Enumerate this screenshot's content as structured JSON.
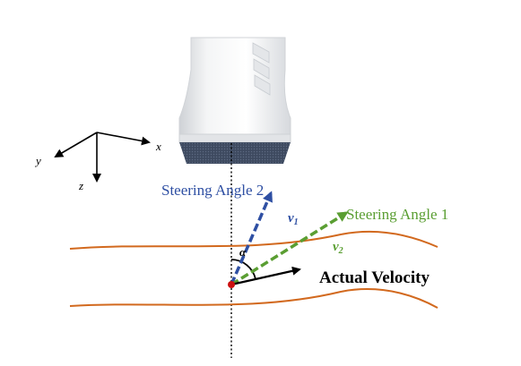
{
  "axes": {
    "x_label": "x",
    "y_label": "y",
    "z_label": "z"
  },
  "labels": {
    "steering_angle_1": "Steering Angle 1",
    "steering_angle_2": "Steering Angle 2",
    "v1_symbol": "v",
    "v1_subscript": "1",
    "v2_symbol": "v",
    "v2_subscript": "2",
    "alpha": "α",
    "actual_velocity": "Actual Velocity"
  },
  "colors": {
    "vessel_wall": "#d2691e",
    "steering_1": "#5a9e32",
    "steering_2": "#2e4fa3",
    "actual_velocity": "#000000",
    "origin_point": "#cc1111",
    "probe_face": "#3e4a60"
  },
  "icons": {
    "transducer": "ultrasound-probe-icon",
    "origin": "scatterer-point-icon"
  }
}
